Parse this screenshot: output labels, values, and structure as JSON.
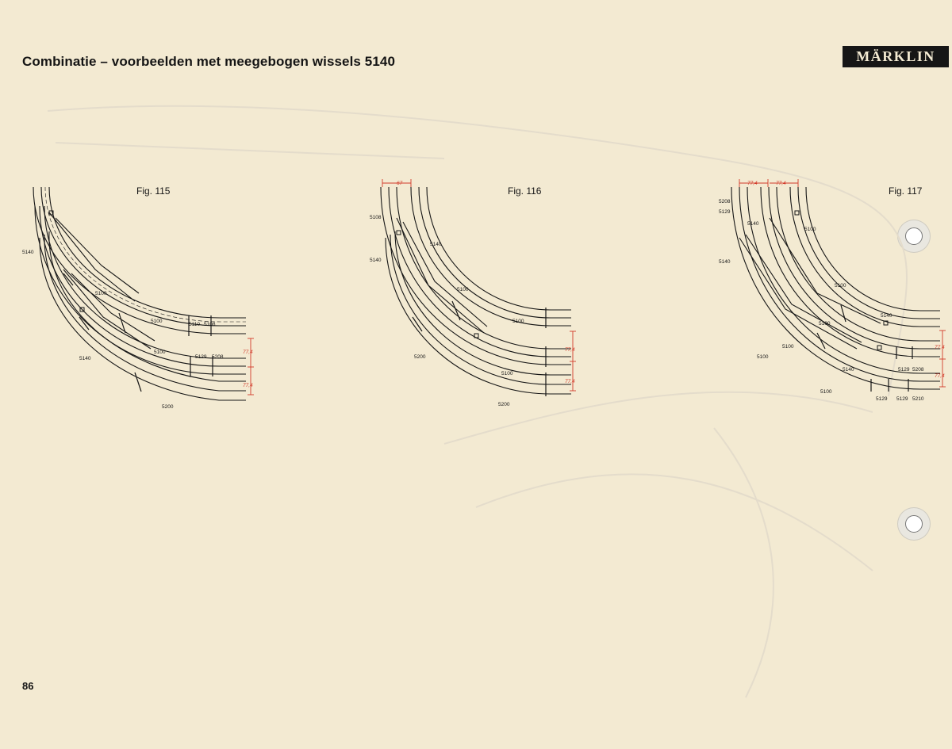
{
  "header": {
    "title": "Combinatie – voorbeelden met meegebogen wissels 5140",
    "logo_text": "MÄRKLIN"
  },
  "page_number": "86",
  "colors": {
    "paper": "#f3ead2",
    "ink": "#161616",
    "dimension": "#d23a2a"
  },
  "figures": [
    {
      "label": "Fig. 115",
      "track_labels": [
        "5140",
        "5100",
        "5100",
        "5110",
        "5108",
        "5100",
        "5129",
        "5208",
        "5140",
        "5200"
      ],
      "dimensions": [
        "77,4",
        "77,4"
      ]
    },
    {
      "label": "Fig. 116",
      "track_labels": [
        "5108",
        "5140",
        "5140",
        "5100",
        "5100",
        "5200",
        "5100",
        "5200"
      ],
      "dimensions": [
        "67",
        "77,4",
        "77,4"
      ]
    },
    {
      "label": "Fig. 117",
      "track_labels": [
        "5208",
        "5129",
        "5140",
        "5140",
        "5100",
        "5100",
        "5140",
        "5100",
        "5100",
        "5100",
        "5140",
        "5129",
        "5208",
        "5100",
        "5129",
        "5129",
        "5210"
      ],
      "dimensions": [
        "77,4",
        "77,4",
        "77,4",
        "77,4"
      ]
    }
  ]
}
